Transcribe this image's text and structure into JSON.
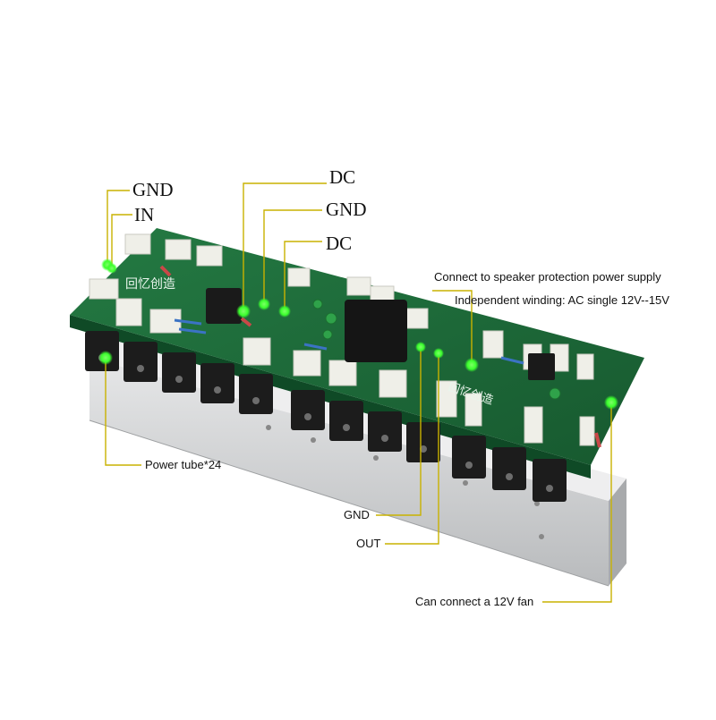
{
  "callouts": {
    "gnd_in": "GND",
    "in": "IN",
    "dc_top": "DC",
    "gnd_mid": "GND",
    "dc_low": "DC",
    "speaker_protection": "Connect to speaker protection power supply",
    "independent_winding": "Independent winding: AC single 12V--15V",
    "power_tube": "Power tube*24",
    "gnd_out": "GND",
    "out": "OUT",
    "fan": "Can connect a 12V fan"
  },
  "board_silkscreen": {
    "brand_left": "回忆创造",
    "brand_right": "回忆创造"
  },
  "colors": {
    "pcb_green": "#1f6b3a",
    "pcb_dark": "#0f4a26",
    "heatsink": "#d9dadb",
    "transistor": "#1c1c1c",
    "capacitor": "#efefe8",
    "leader_line": "#c9b200",
    "marker_dot": "#3cff2e",
    "label_text": "#111111"
  }
}
